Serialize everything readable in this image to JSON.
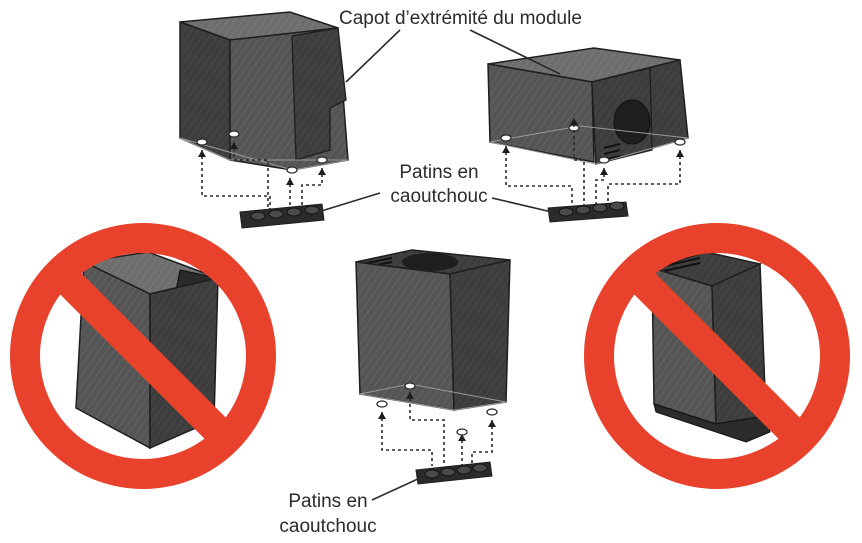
{
  "labels": {
    "end_cap": "Capot d’extrémité du module",
    "pads_line1": "Patins en",
    "pads_line2": "caoutchouc"
  },
  "colors": {
    "prohibition_red": "#e8412c",
    "module_dark": "#3a3a3a",
    "module_mid": "#595959",
    "module_light": "#707070",
    "outline": "#1e1e1e"
  },
  "icons": {
    "prohibition": "no-sign-icon",
    "arrow": "arrow-up-icon",
    "pads": "rubber-pad-strip-icon"
  }
}
